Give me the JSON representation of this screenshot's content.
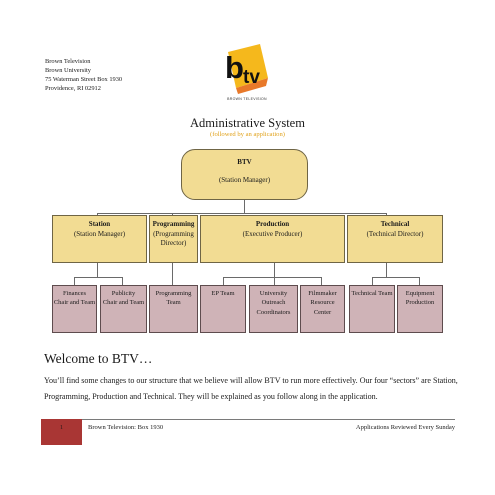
{
  "address": [
    "Brown Television",
    "Brown University",
    "75 Waterman Street Box 1930",
    "Providence, RI 02912"
  ],
  "logo": {
    "text": "btv",
    "tagline": "BROWN TELEVISION",
    "colors": {
      "yellow": "#f5b81c",
      "orange": "#e8792a",
      "ink": "#111111"
    }
  },
  "title": "Administrative System",
  "subtitle": "(followed by an application)",
  "org": {
    "top": {
      "name": "BTV",
      "role": "(Station Manager)"
    },
    "sectors": [
      {
        "name": "Station",
        "role": "(Station Manager)"
      },
      {
        "name": "Programming",
        "role_line1": "(Programming",
        "role_line2": "Director)"
      },
      {
        "name": "Production",
        "role": "(Executive Producer)"
      },
      {
        "name": "Technical",
        "role": "(Technical Director)"
      }
    ],
    "units": [
      {
        "line1": "Finances",
        "line2": "Chair and Team"
      },
      {
        "line1": "Publicity",
        "line2": "Chair and Team"
      },
      {
        "line1": "Programming",
        "line2": "Team"
      },
      {
        "line1": "EP Team"
      },
      {
        "line1": "University",
        "line2": "Outreach",
        "line3": "Coordinators"
      },
      {
        "line1": "Filmmaker",
        "line2": "Resource",
        "line3": "Center"
      },
      {
        "line1": "Technical Team"
      },
      {
        "line1": "Equipment",
        "line2": "Production"
      }
    ]
  },
  "welcome": {
    "heading": "Welcome to BTV…",
    "body": "You’ll find some changes to our structure that we believe will allow BTV to run more effectively. Our four “sectors” are Station, Programming, Production and Technical. They will be explained as you follow along in the application."
  },
  "footer": {
    "page": "1",
    "left": "Brown Television: Box 1930",
    "right": "Applications Reviewed Every Sunday"
  },
  "colors": {
    "sector_fill": "#f2dc93",
    "unit_fill": "#cfb3b7",
    "accent_subtitle": "#e1a21b",
    "footer_block": "#a93634"
  }
}
